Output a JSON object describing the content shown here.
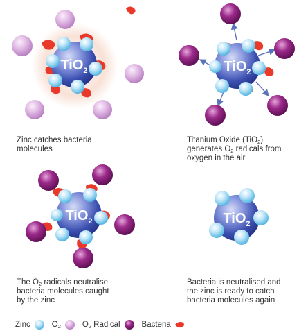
{
  "core_label": {
    "main": "TiO",
    "sub": "2"
  },
  "captions": {
    "panel1": {
      "line1": "Zinc catches bacteria",
      "line2": "molecules"
    },
    "panel2": {
      "line1_pre": "Titanium Oxide (TiO",
      "line1_sub": "2",
      "line1_post": ")",
      "line2_pre": "generates O",
      "line2_sub": "2",
      "line2_post": " radicals from",
      "line3": "oxygen in the air"
    },
    "panel3": {
      "line1_pre": "The O",
      "line1_sub": "2",
      "line1_post": " radicals neutralise",
      "line2": "bacteria molecules caught",
      "line3": "by the zinc"
    },
    "panel4": {
      "line1": "Bacteria is neutralised and",
      "line2": "the zinc is ready to catch",
      "line3": "bacteria molecules again"
    }
  },
  "legend": {
    "zinc": "Zinc",
    "o2_main": "O",
    "o2_sub": "2",
    "radical_main": "O",
    "radical_sub": "2",
    "radical_post": " Radical",
    "bacteria": "Bacteria"
  },
  "colors": {
    "zinc": "#8fd3f0",
    "o2": "#d7a8dc",
    "o2_radical": "#8a1f7a",
    "bacteria": "#e8392a",
    "core": "#3b4fb0",
    "arrow": "#5a73b8"
  }
}
